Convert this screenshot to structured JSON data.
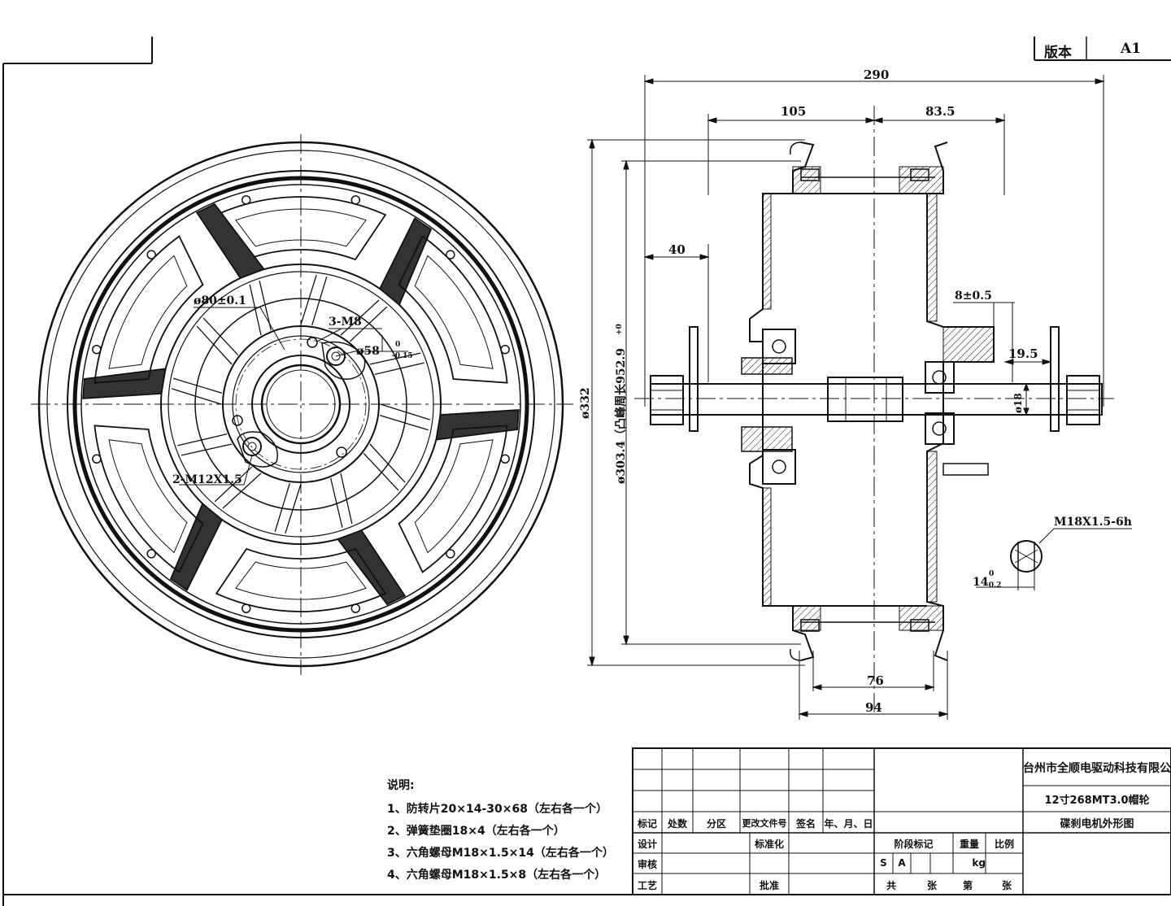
{
  "version_box": {
    "label": "版本",
    "value": "A1"
  },
  "dimensions": {
    "overall_width": "290",
    "left_section": "105",
    "right_section": "83.5",
    "flange_offset": "40",
    "outer_diameter": "ø332",
    "rim_diameter": "ø303.4（凸峰周长952.9",
    "rim_tol": "+0",
    "shaft_flat": "8±0.5",
    "shaft_ext": "19.5",
    "shaft_dia": "ø18",
    "thread_spec": "M18X1.5-6h",
    "flat_width": "14",
    "flat_tol_top": "0",
    "flat_tol_bot": "-0.2",
    "rim_inner": "76",
    "rim_outer": "94"
  },
  "front_view": {
    "bolt_circle": "ø80±0.1",
    "holes": "3-M8",
    "hub_dia": "ø58",
    "hub_tol_top": "0",
    "hub_tol_bot": "-0.15",
    "valve_thread": "2-M12X1.5"
  },
  "notes": {
    "title": "说明:",
    "items": [
      "1、防转片20×14-30×68（左右各一个）",
      "2、弹簧垫圈18×4（左右各一个）",
      "3、六角螺母M18×1.5×14（左右各一个）",
      "4、六角螺母M18×1.5×8（左右各一个）"
    ]
  },
  "title_block": {
    "company": "台州市全顺电驱动科技有限公司",
    "product_line1": "12寸268MT3.0帽轮",
    "product_line2": "碟刹电机外形图",
    "headers": [
      "标记",
      "处数",
      "分区",
      "更改文件号",
      "签名",
      "年、月、日"
    ],
    "rows": [
      "设计",
      "审核",
      "工艺"
    ],
    "standardize": "标准化",
    "approve": "批准",
    "stage_label": "阶段标记",
    "weight_label": "重量",
    "scale_label": "比例",
    "stage_s": "S",
    "stage_a": "A",
    "weight_unit": "kg",
    "sheets_total": "共",
    "sheets_zhang1": "张",
    "sheets_no": "第",
    "sheets_zhang2": "张"
  }
}
